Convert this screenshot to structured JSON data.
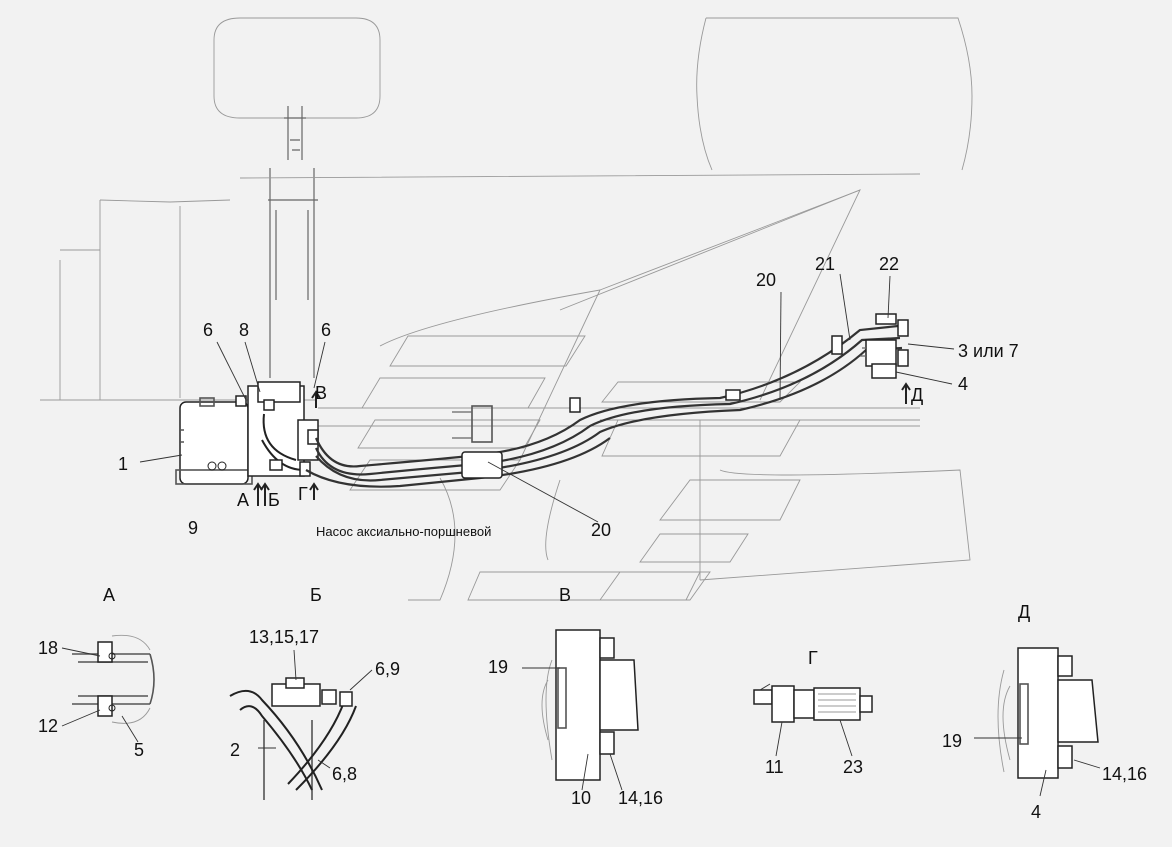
{
  "labels": {
    "l1": "1",
    "l6a": "6",
    "l8": "8",
    "l6b": "6",
    "lB": "В",
    "lA": "А",
    "lBe": "Б",
    "lG": "Г",
    "l9": "9",
    "l20a": "20",
    "l20b": "20",
    "l21": "21",
    "l22": "22",
    "l3or7": "3 или 7",
    "l4": "4",
    "lD": "Д"
  },
  "caption": "Насос аксиально-поршневой",
  "views": {
    "A": {
      "title": "А",
      "l18": "18",
      "l12": "12",
      "l5": "5"
    },
    "B": {
      "title": "Б",
      "l13": "13,15,17",
      "l69": "6,9",
      "l2": "2",
      "l68": "6,8"
    },
    "V": {
      "title": "В",
      "l19": "19",
      "l10": "10",
      "l1416": "14,16"
    },
    "G": {
      "title": "Г",
      "l11": "11",
      "l23": "23"
    },
    "D": {
      "title": "Д",
      "l19": "19",
      "l4": "4",
      "l1416": "14,16"
    }
  }
}
